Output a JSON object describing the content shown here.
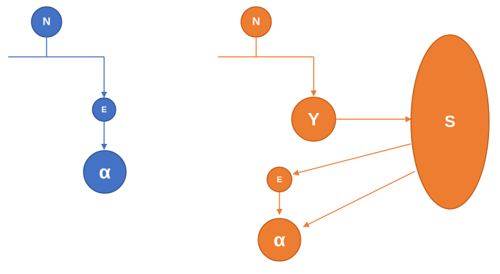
{
  "colors": {
    "left_diagram": "#4472C4",
    "right_diagram": "#ED7D31",
    "node_stroke_left": "#2F5597",
    "node_stroke_right": "#C55A11",
    "background": "#ffffff"
  },
  "left_diagram": {
    "node_n": "N",
    "node_e": "E",
    "node_alpha": "α"
  },
  "right_diagram": {
    "node_n": "N",
    "node_gamma": "Y",
    "node_s": "S",
    "node_e": "E",
    "node_alpha": "α"
  }
}
